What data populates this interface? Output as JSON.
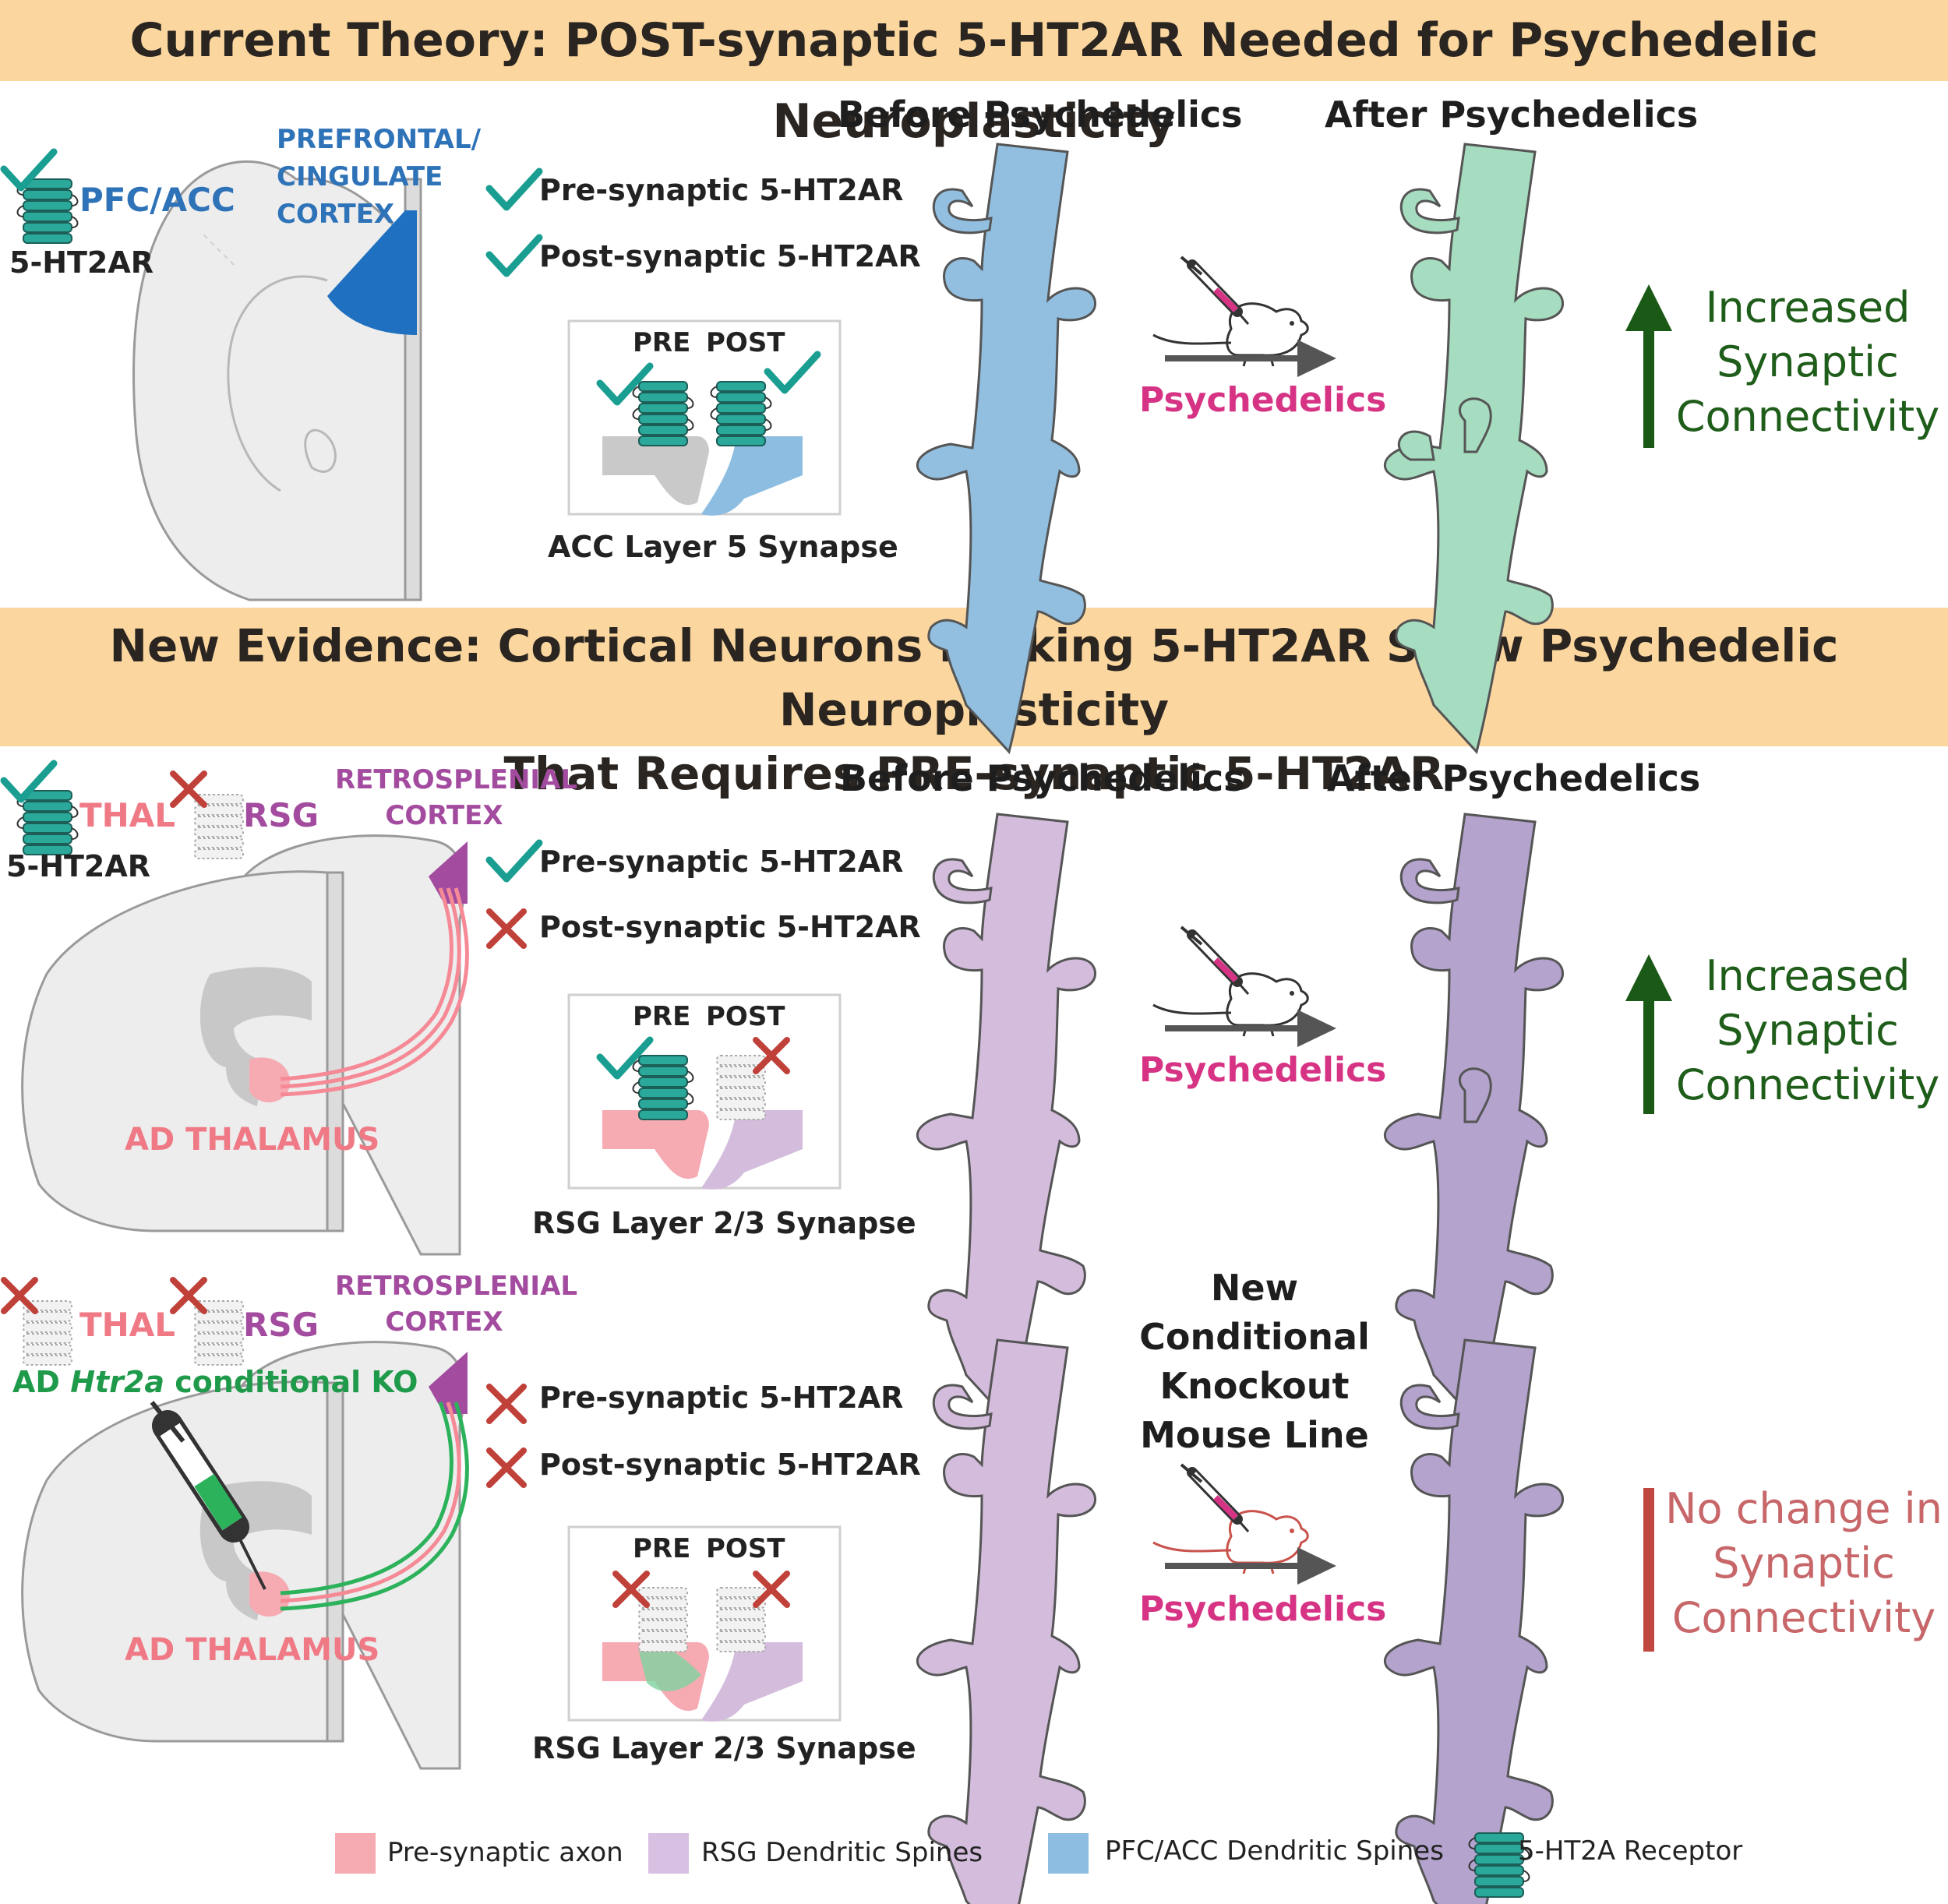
{
  "banner_top": {
    "prefix": "Current Theory: ",
    "emph": "POST",
    "suffix": "-synaptic 5-HT2AR Needed for Psychedelic Neuroplasticity"
  },
  "banner_mid": {
    "line1": "New Evidence: Cortical Neurons Lacking 5-HT2AR Show Psychedelic Neuroplasticity",
    "line2_prefix": "That Requires ",
    "line2_emph": "PRE",
    "line2_suffix": "-synaptic 5-HT2AR"
  },
  "panel1": {
    "region_label": "PFC/ACC",
    "receptor_label": "5-HT2AR",
    "cortex_label_lines": [
      "PREFRONTAL/",
      "CINGULATE",
      "CORTEX"
    ],
    "pre_label": "Pre-synaptic 5-HT2AR",
    "post_label": "Post-synaptic 5-HT2AR",
    "box_pre": "PRE",
    "box_post": "POST",
    "synapse_caption": "ACC Layer 5 Synapse",
    "before": "Before Psychedelics",
    "after": "After Psychedelics",
    "psychedelics": "Psychedelics",
    "outcome_lines": [
      "Increased",
      "Synaptic",
      "Connectivity"
    ]
  },
  "panel2": {
    "thal_label": "THAL",
    "rsg_label": "RSG",
    "receptor_label": "5-HT2AR",
    "cortex_label_lines": [
      "RETROSPLENIAL",
      "CORTEX"
    ],
    "thalamus_label": "AD THALAMUS",
    "pre_label": "Pre-synaptic 5-HT2AR",
    "post_label": "Post-synaptic 5-HT2AR",
    "box_pre": "PRE",
    "box_post": "POST",
    "synapse_caption": "RSG Layer 2/3 Synapse",
    "before": "Before Psychedelics",
    "after": "After Psychedelics",
    "psychedelics": "Psychedelics",
    "outcome_lines": [
      "Increased",
      "Synaptic",
      "Connectivity"
    ]
  },
  "panel3": {
    "thal_label": "THAL",
    "rsg_label": "RSG",
    "ko_prefix": "AD ",
    "ko_italic": "Htr2a",
    "ko_suffix": " conditional KO",
    "cortex_label_lines": [
      "RETROSPLENIAL",
      "CORTEX"
    ],
    "thalamus_label": "AD THALAMUS",
    "pre_label": "Pre-synaptic 5-HT2AR",
    "post_label": "Post-synaptic 5-HT2AR",
    "box_pre": "PRE",
    "box_post": "POST",
    "synapse_caption": "RSG Layer 2/3 Synapse",
    "mouse_line_lines": [
      "New",
      "Conditional",
      "Knockout",
      "Mouse Line"
    ],
    "psychedelics": "Psychedelics",
    "outcome_lines": [
      "No change in",
      "Synaptic",
      "Connectivity"
    ]
  },
  "legend": {
    "items": [
      {
        "label": "Pre-synaptic axon",
        "color": "#f6aab2"
      },
      {
        "label": "RSG Dendritic Spines",
        "color": "#d7c0e1"
      },
      {
        "label": "PFC/ACC Dendritic Spines",
        "color": "#8dbde0"
      },
      {
        "label": "5-HT2A Receptor",
        "color": "#2aa89a"
      }
    ]
  },
  "colors": {
    "teal": "#1a9e92",
    "red_x": "#c0413a",
    "blue_dendrite": "#92bfe0",
    "green_dendrite": "#a6dcbf",
    "lilac_dendrite": "#d3bcdc",
    "violet_dendrite": "#b3a3cd",
    "arrow_green": "#1a5a16",
    "bar_red": "#c0473f",
    "cortex_blue": "#1f70c0",
    "cortex_purple": "#a34c9f",
    "axon_pink": "#f58a96"
  }
}
